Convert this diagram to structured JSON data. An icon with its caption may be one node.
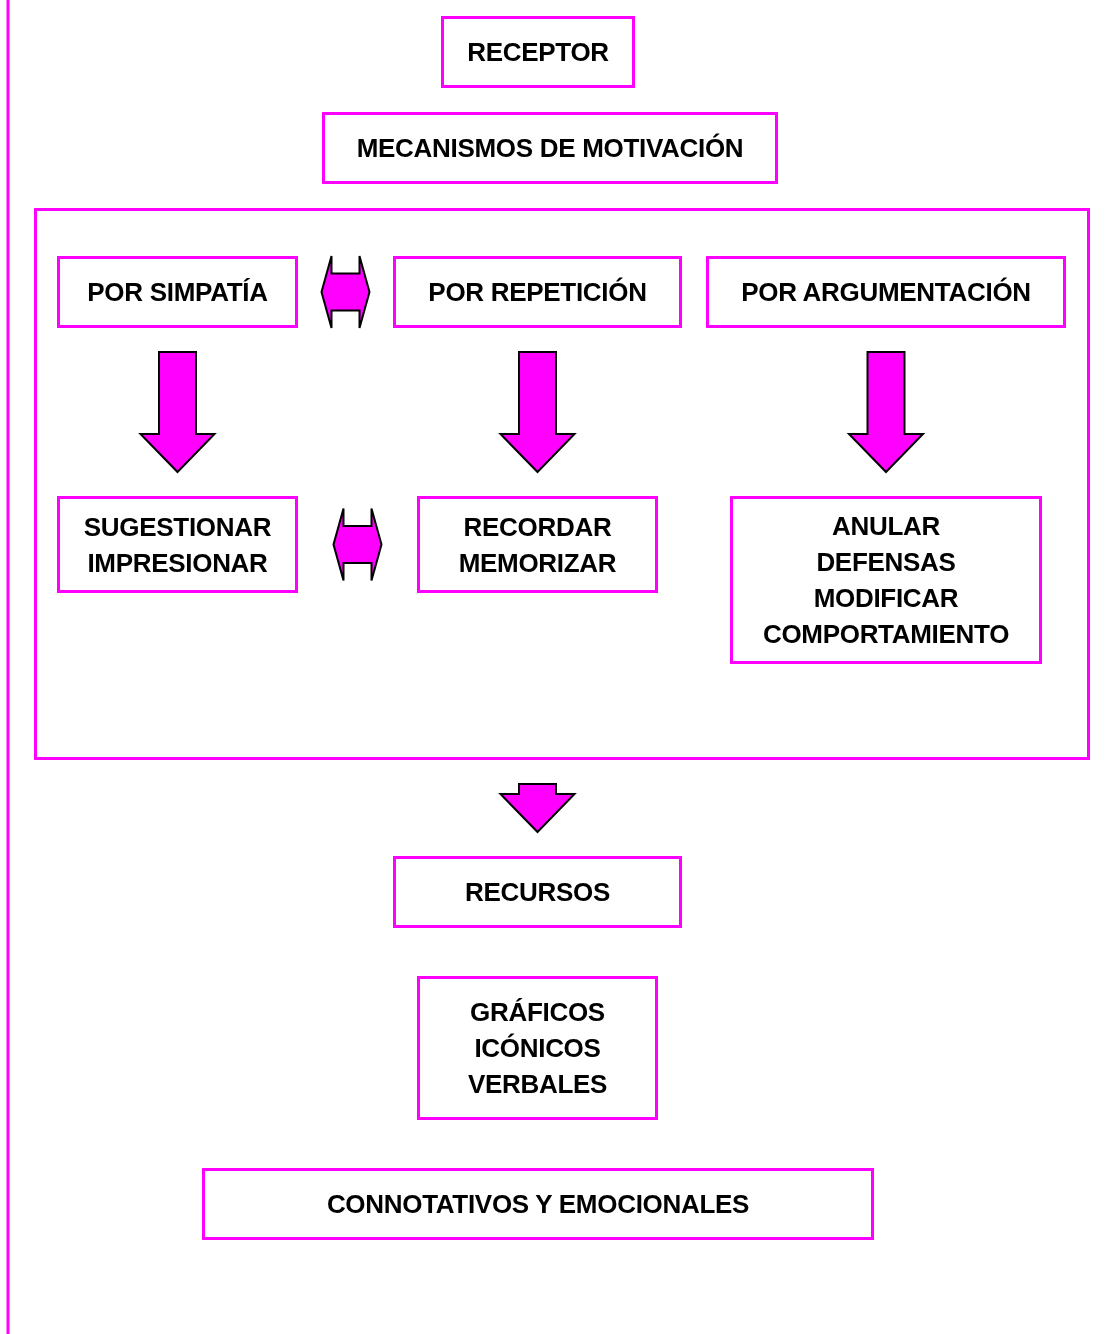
{
  "diagram": {
    "nodes": [
      {
        "text": [
          "RECEPTOR"
        ]
      },
      {
        "text": [
          "MECANISMOS DE MOTIVACIÓN"
        ]
      },
      {
        "text": [],
        "shape": "box"
      },
      {
        "text": [
          "POR SIMPATÍA"
        ],
        "in": 2
      },
      {
        "text": [
          "POR REPETICIÓN"
        ],
        "in": 2
      },
      {
        "text": [
          "POR ARGUMENTACIÓN"
        ],
        "in": 2
      },
      {
        "text": [
          "SUGESTIONAR IMPRESIONAR"
        ],
        "in": 2
      },
      {
        "text": [
          "RECORDAR MEMORIZAR"
        ],
        "in": 2
      },
      {
        "text": [
          "ANULAR DEFENSAS MODIFICAR COMPORTAMIENTO"
        ],
        "in": 2
      },
      {
        "text": [
          "RECURSOS"
        ]
      },
      {
        "text": [
          "GRÁFICOS ICÓNICOS VERBALES"
        ]
      },
      {
        "text": [
          "CONNOTATIVOS Y EMOCIONALES"
        ]
      }
    ],
    "edges": [
      {
        "from": 3,
        "to": 4,
        "arrow": "both"
      },
      {
        "from": 3,
        "to": 6,
        "arrow": "to"
      },
      {
        "from": 4,
        "to": 7,
        "arrow": "to"
      },
      {
        "from": 5,
        "to": 8,
        "arrow": "to"
      },
      {
        "from": 6,
        "to": 7,
        "arrow": "both"
      },
      {
        "from": 2,
        "to": 9,
        "arrow": "to"
      }
    ]
  }
}
